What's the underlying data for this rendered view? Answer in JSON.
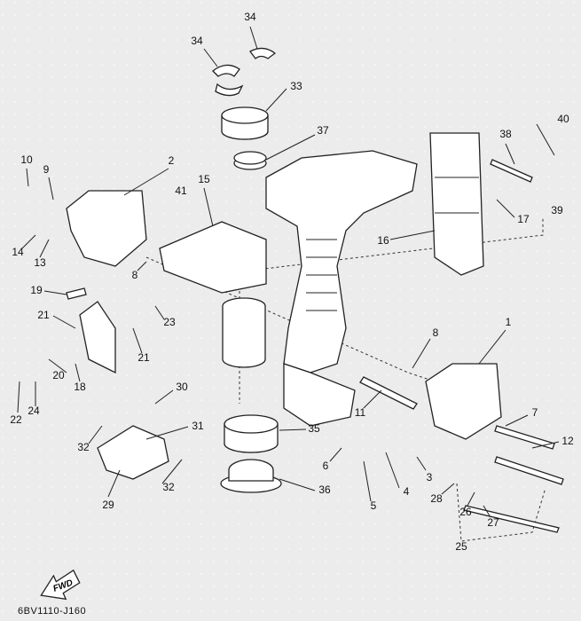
{
  "diagram_code": "6BV1110-J160",
  "fwd_label": "FWD",
  "callouts": [
    "34",
    "34",
    "33",
    "37",
    "2",
    "10",
    "9",
    "41",
    "15",
    "40",
    "38",
    "17",
    "39",
    "16",
    "14",
    "13",
    "8",
    "19",
    "21",
    "23",
    "21",
    "1",
    "8",
    "20",
    "18",
    "24",
    "22",
    "30",
    "11",
    "7",
    "31",
    "35",
    "32",
    "12",
    "6",
    "3",
    "29",
    "32",
    "36",
    "4",
    "28",
    "26",
    "27",
    "5",
    "25"
  ]
}
